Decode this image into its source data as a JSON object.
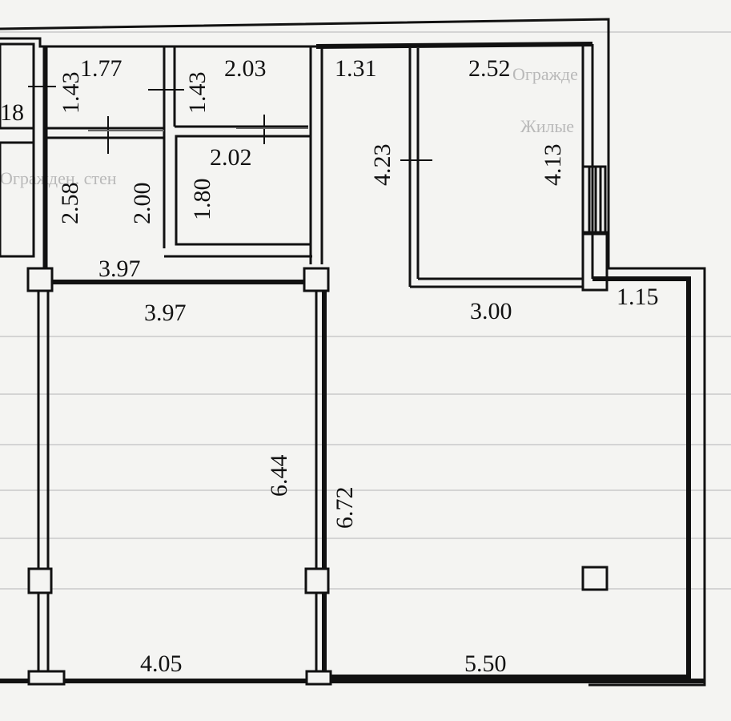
{
  "dimensions": {
    "d_1_43_a": "1.43",
    "d_1_77": "1.77",
    "d_1_43_b": "1.43",
    "d_2_03": "2.03",
    "d_1_31": "1.31",
    "d_2_52": "2.52",
    "d_18": "18",
    "d_2_02": "2.02",
    "d_4_23": "4.23",
    "d_4_13": "4.13",
    "d_2_58": "2.58",
    "d_2_00": "2.00",
    "d_1_80": "1.80",
    "d_3_97_top": "3.97",
    "d_3_97_bottom": "3.97",
    "d_3_00": "3.00",
    "d_1_15": "1.15",
    "d_6_44": "6.44",
    "d_6_72": "6.72",
    "d_4_05": "4.05",
    "d_5_50": "5.50"
  },
  "background_text": {
    "line_1": "Огражден. стен",
    "line_2": "Жилые",
    "line_3": "Огражде"
  },
  "colors": {
    "wall": "#111111",
    "paper": "#f4f4f2",
    "faint": "#b9b9b9"
  }
}
